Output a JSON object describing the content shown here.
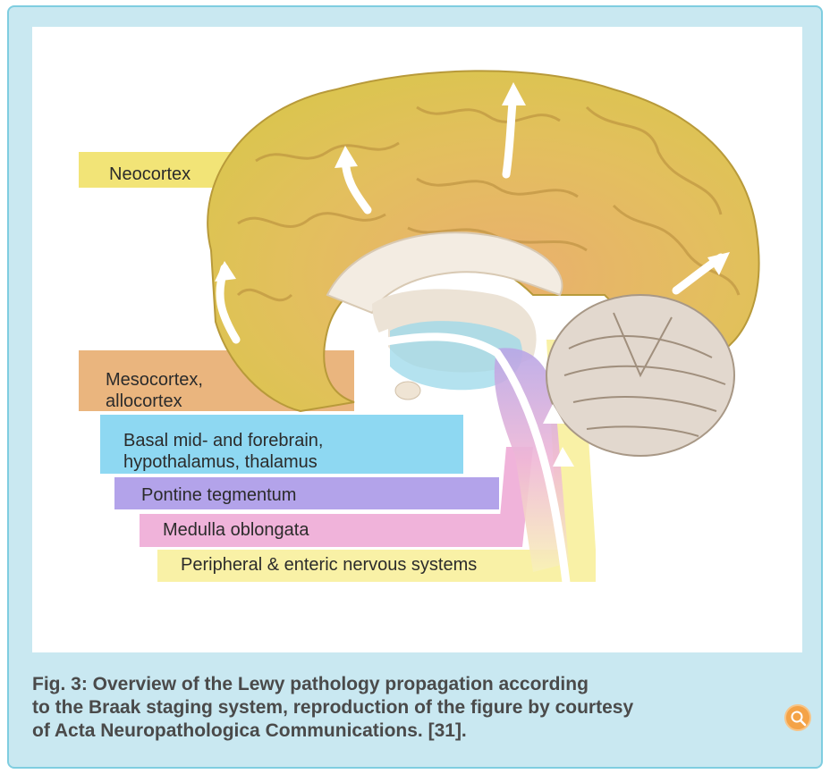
{
  "labels": {
    "neocortex": "Neocortex",
    "mesocortex_line1": "Mesocortex,",
    "mesocortex_line2": "allocortex",
    "basal_line1": "Basal mid- and forebrain,",
    "basal_line2": "hypothalamus, thalamus",
    "pontine": "Pontine tegmentum",
    "medulla": "Medulla oblongata",
    "peripheral": "Peripheral & enteric nervous systems"
  },
  "caption": {
    "line1": "Fig. 3: Overview of the Lewy pathology propagation according",
    "line2": "to the Braak staging system, reproduction of the figure by courtesy",
    "line3": "of Acta Neuropathologica Communications. [31]."
  },
  "colors": {
    "neocortex": "#f2e477",
    "mesocortex": "#eab57e",
    "basal": "#8ed8f2",
    "pontine": "#b3a3ea",
    "medulla": "#f0b3da",
    "peripheral": "#f9f1a6",
    "zoom_button": "#f4a347"
  },
  "icons": {
    "zoom": "magnifier-icon"
  }
}
